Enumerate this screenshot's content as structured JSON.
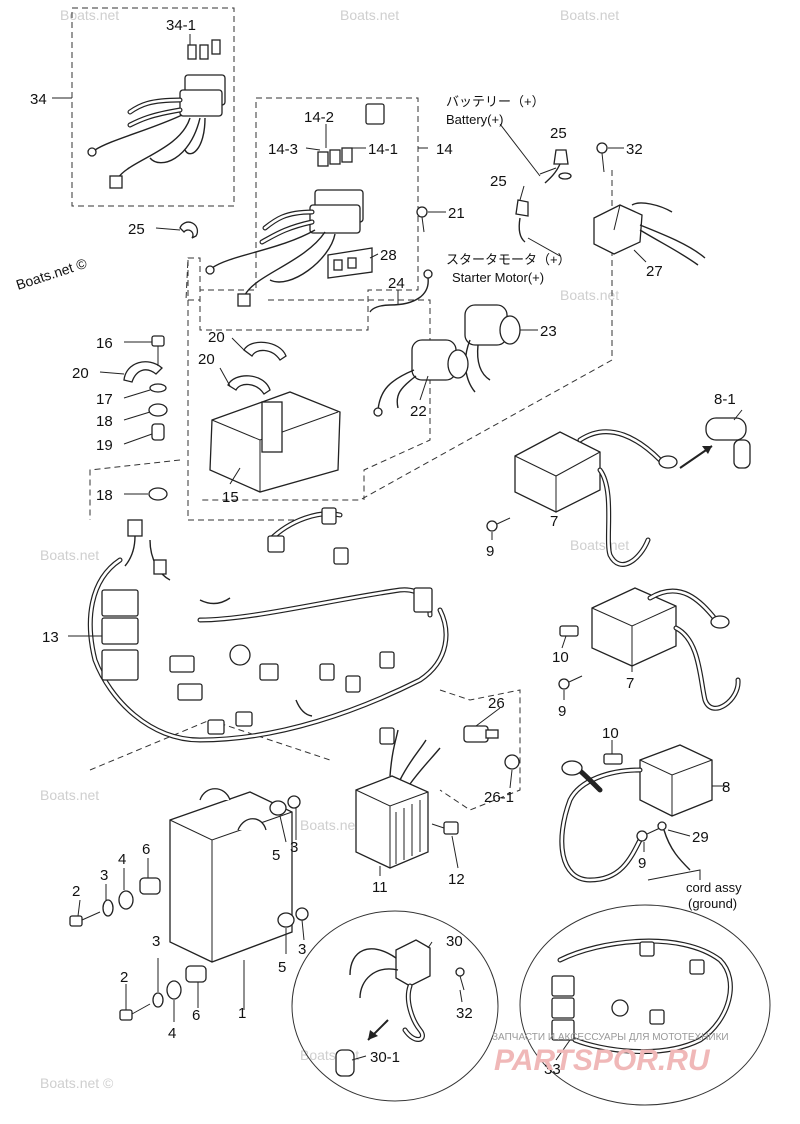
{
  "callouts": {
    "c1": "1",
    "c2a": "2",
    "c2b": "2",
    "c3a": "3",
    "c3b": "3",
    "c3c": "3",
    "c3d": "3",
    "c4a": "4",
    "c4b": "4",
    "c5a": "5",
    "c5b": "5",
    "c6a": "6",
    "c6b": "6",
    "c7a": "7",
    "c7b": "7",
    "c8": "8",
    "c8_1": "8-1",
    "c9a": "9",
    "c9b": "9",
    "c9c": "9",
    "c10a": "10",
    "c10b": "10",
    "c11": "11",
    "c12": "12",
    "c13": "13",
    "c14": "14",
    "c14_1": "14-1",
    "c14_2": "14-2",
    "c14_3": "14-3",
    "c15": "15",
    "c16": "16",
    "c17": "17",
    "c18a": "18",
    "c18b": "18",
    "c19": "19",
    "c20a": "20",
    "c20b": "20",
    "c20c": "20",
    "c21": "21",
    "c22": "22",
    "c23": "23",
    "c24": "24",
    "c25a": "25",
    "c25b": "25",
    "c25c": "25",
    "c26": "26",
    "c26_1": "26-1",
    "c27": "27",
    "c28": "28",
    "c29": "29",
    "c30": "30",
    "c30_1": "30-1",
    "c32a": "32",
    "c32b": "32",
    "c33": "33",
    "c34": "34",
    "c34_1": "34-1"
  },
  "annotations": {
    "battery_jp": "バッテリー（+）",
    "battery_en": "Battery(+)",
    "starter_jp": "スタータモータ（+）",
    "starter_en": "Starter Motor(+)",
    "cord_line1": "cord assy",
    "cord_line2": "(ground)"
  },
  "watermarks": {
    "site": "Boats.net",
    "site_copy": "Boats.net ©",
    "shop_banner": "ЗАПЧАСТИ И АКСЕССУАРЫ ДЛЯ МОТОТЕХНИКИ",
    "shop_logo": "PARTSPOR.RU"
  }
}
